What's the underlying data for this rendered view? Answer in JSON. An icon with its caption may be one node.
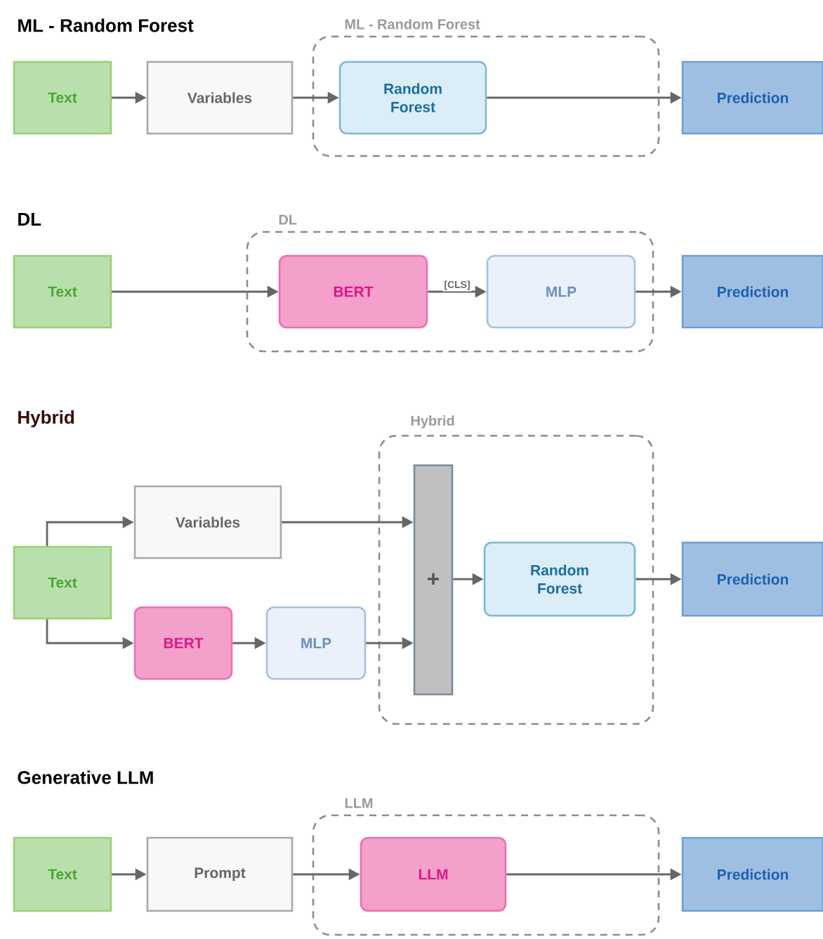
{
  "diagram": {
    "nodes": [
      {
        "text": [
          "Text"
        ]
      },
      {
        "text": [
          "Variables"
        ]
      },
      {
        "text": [
          "ML - Random Forest"
        ]
      },
      {
        "text": [
          "Random Forest"
        ],
        "in": 2
      },
      {
        "text": [
          "Prediction"
        ]
      },
      {
        "text": [
          "Text"
        ]
      },
      {
        "text": [
          "DL"
        ]
      },
      {
        "text": [
          "BERT"
        ],
        "in": 6
      },
      {
        "text": [
          "MLP"
        ],
        "in": 6
      },
      {
        "text": [
          "Prediction"
        ]
      },
      {
        "text": [
          "Text"
        ]
      },
      {
        "text": [
          "Variables"
        ]
      },
      {
        "text": [
          "BERT"
        ]
      },
      {
        "text": [
          "MLP"
        ]
      },
      {
        "text": [
          "Hybrid"
        ]
      },
      {
        "text": [
          "+"
        ],
        "in": 14
      },
      {
        "text": [
          "Random Forest"
        ],
        "in": 14
      },
      {
        "text": [
          "Prediction"
        ]
      },
      {
        "text": [
          "Text"
        ]
      },
      {
        "text": [
          "Prompt"
        ]
      },
      {
        "text": [
          "LLM"
        ]
      },
      {
        "text": [
          "LLM"
        ],
        "in": 20
      },
      {
        "text": [
          "Prediction"
        ]
      }
    ],
    "edges": [
      {
        "from": 0,
        "to": 1,
        "arrow": "to"
      },
      {
        "from": 1,
        "to": 3,
        "arrow": "to"
      },
      {
        "from": 3,
        "to": 4,
        "arrow": "to"
      },
      {
        "from": 5,
        "to": 7,
        "arrow": "to"
      },
      {
        "from": 7,
        "to": 8,
        "arrow": "to",
        "label": "[CLS]"
      },
      {
        "from": 8,
        "to": 9,
        "arrow": "to"
      },
      {
        "from": 10,
        "to": 11,
        "arrow": "to"
      },
      {
        "from": 10,
        "to": 12,
        "arrow": "to"
      },
      {
        "from": 12,
        "to": 13,
        "arrow": "to"
      },
      {
        "from": 11,
        "to": 15,
        "arrow": "to"
      },
      {
        "from": 13,
        "to": 15,
        "arrow": "to"
      },
      {
        "from": 15,
        "to": 16,
        "arrow": "to"
      },
      {
        "from": 16,
        "to": 17,
        "arrow": "to"
      },
      {
        "from": 18,
        "to": 19,
        "arrow": "to"
      },
      {
        "from": 19,
        "to": 21,
        "arrow": "to"
      },
      {
        "from": 21,
        "to": 22,
        "arrow": "to"
      }
    ],
    "labels": [
      "ML - Random Forest",
      "DL",
      "Hybrid",
      "Generative LLM"
    ]
  }
}
